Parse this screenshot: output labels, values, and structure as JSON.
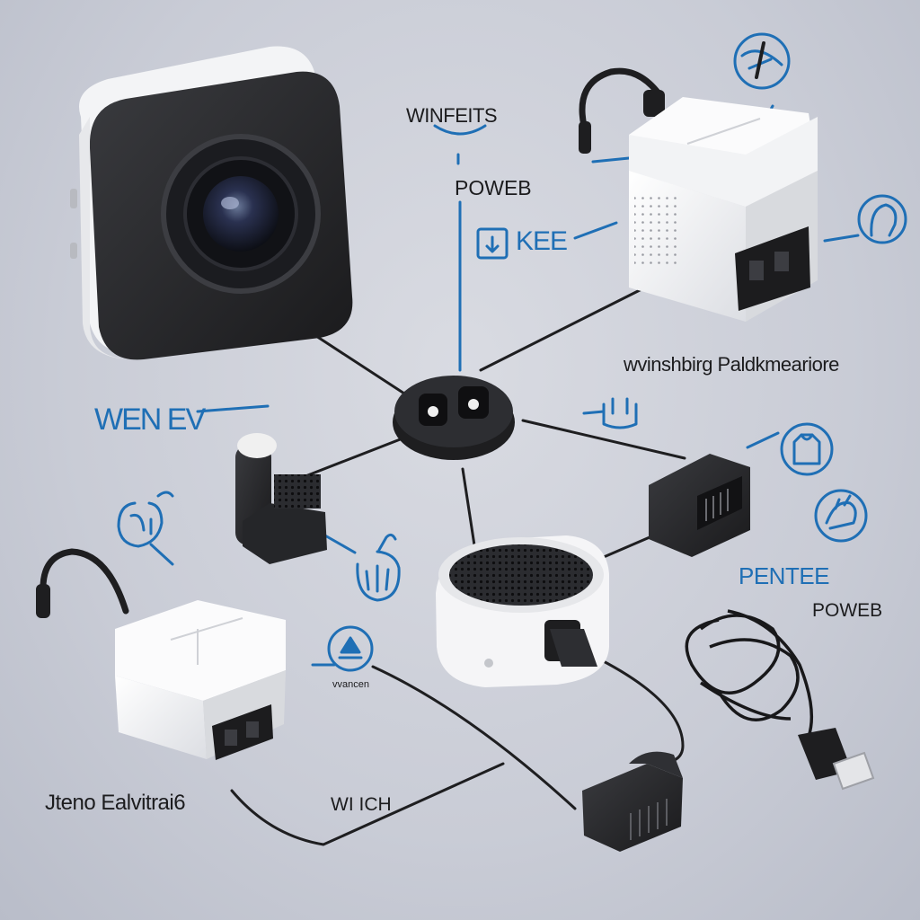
{
  "labels": {
    "winfeits": "WINFEITS",
    "poweb_top": "POWEB",
    "kee": "KEE",
    "winshing": "wvinshbirg Paldkmeariore",
    "wen_ev": "WEN EV",
    "pentee": "PENTEE",
    "poweb_right": "POWEB",
    "vanecen": "vvancen",
    "jteno": "Jteno Ealvitrai6",
    "wiich": "WI ICH"
  },
  "colors": {
    "background": "#c9ccd6",
    "accent": "#1f6fb5",
    "device_white": "#f2f3f5",
    "device_dark": "#2a2b2e",
    "cable": "#1e1e20"
  },
  "icons": [
    "cable-plug-icon",
    "head-profile-icon",
    "plug-socket-icon",
    "cup-icon",
    "shirt-icon",
    "hand-icon",
    "face-profile-icon",
    "brush-icon",
    "bell-icon"
  ]
}
